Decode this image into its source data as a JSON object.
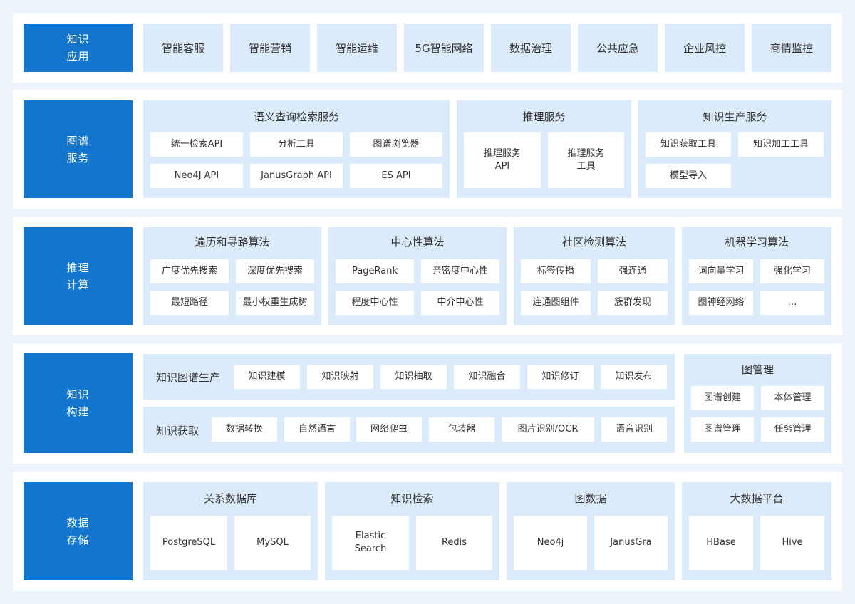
{
  "layers": {
    "app": {
      "label": [
        "知识",
        "应用"
      ],
      "items": [
        "智能客服",
        "智能营销",
        "智能运维",
        "5G智能网络",
        "数据治理",
        "公共应急",
        "企业风控",
        "商情监控"
      ]
    },
    "graph_service": {
      "label": [
        "图谱",
        "服务"
      ],
      "semantic": {
        "title": "语义查询检索服务",
        "items": [
          "统一检索API",
          "分析工具",
          "图谱浏览器",
          "Neo4J API",
          "JanusGraph API",
          "ES API"
        ]
      },
      "reasoning": {
        "title": "推理服务",
        "items": [
          [
            "推理服务",
            "API"
          ],
          [
            "推理服务",
            "工具"
          ]
        ]
      },
      "production": {
        "title": "知识生产服务",
        "items": [
          "知识获取工具",
          "知识加工工具",
          "模型导入"
        ]
      }
    },
    "reasoning_compute": {
      "label": [
        "推理",
        "计算"
      ],
      "groups": [
        {
          "title": "遍历和寻路算法",
          "items": [
            "广度优先搜索",
            "深度优先搜索",
            "最短路径",
            "最小权重生成树"
          ]
        },
        {
          "title": "中心性算法",
          "items": [
            "PageRank",
            "亲密度中心性",
            "程度中心性",
            "中介中心性"
          ]
        },
        {
          "title": "社区检测算法",
          "items": [
            "标签传播",
            "强连通",
            "连通图组件",
            "簇群发现"
          ]
        },
        {
          "title": "机器学习算法",
          "items": [
            "词向量学习",
            "强化学习",
            "图神经网络",
            "…"
          ]
        }
      ]
    },
    "knowledge_build": {
      "label": [
        "知识",
        "构建"
      ],
      "production": {
        "title": "知识图谱生产",
        "items": [
          "知识建模",
          "知识映射",
          "知识抽取",
          "知识融合",
          "知识修订",
          "知识发布"
        ]
      },
      "acquisition": {
        "title": "知识获取",
        "items": [
          "数据转换",
          "自然语言",
          "网络爬虫",
          "包装器",
          "图片识别/OCR",
          "语音识别"
        ]
      },
      "management": {
        "title": "图管理",
        "items": [
          "图谱创建",
          "本体管理",
          "图谱管理",
          "任务管理"
        ]
      }
    },
    "storage": {
      "label": [
        "数据",
        "存储"
      ],
      "groups": [
        {
          "title": "关系数据库",
          "items": [
            [
              "PostgreSQL"
            ],
            [
              "MySQL"
            ]
          ]
        },
        {
          "title": "知识检索",
          "items": [
            [
              "Elastic",
              "Search"
            ],
            [
              "Redis"
            ]
          ]
        },
        {
          "title": "图数据",
          "items": [
            [
              "Neo4j"
            ],
            [
              "JanusGra"
            ]
          ]
        },
        {
          "title": "大数据平台",
          "items": [
            [
              "HBase"
            ],
            [
              "Hive"
            ]
          ]
        }
      ]
    }
  },
  "colors": {
    "label_bg": "#1276cf",
    "panel_bg": "#dcebfb",
    "row_bg": "#ffffff",
    "page_bg": "#eef4fc"
  }
}
